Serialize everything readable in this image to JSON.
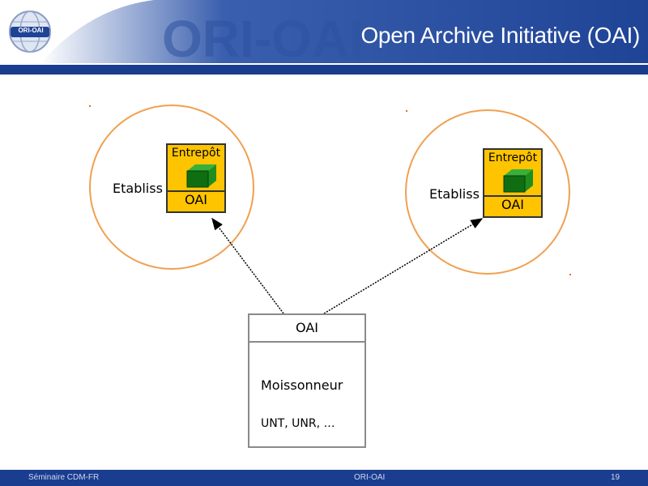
{
  "header": {
    "title": "Open Archive Initiative (OAI)",
    "logo_text": "ORI-OAI"
  },
  "diagram": {
    "left_institution": {
      "label": "Etabliss",
      "repository_label": "Entrepôt",
      "protocol_label": "OAI"
    },
    "right_institution": {
      "label": "Etabliss",
      "repository_label": "Entrepôt",
      "protocol_label": "OAI"
    },
    "harvester": {
      "protocol_label": "OAI",
      "name": "Moissonneur",
      "members": "UNT, UNR, …"
    }
  },
  "footer": {
    "left": "Séminaire CDM-FR",
    "center": "ORI-OAI",
    "page_number": "19"
  },
  "colors": {
    "circle": "#f0a050",
    "repository": "#ffc400",
    "cube": "#1e8a1e",
    "header_blue": "#1a3d8f",
    "footer_blue": "#1a3d8f"
  }
}
